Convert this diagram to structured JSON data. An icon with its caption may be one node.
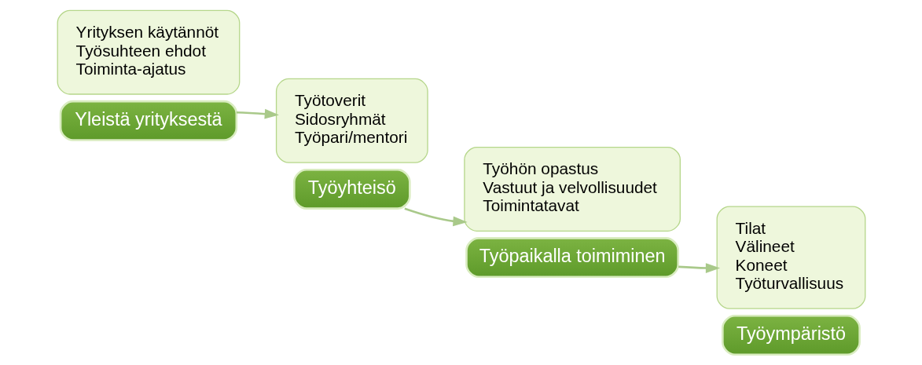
{
  "diagram": {
    "nodes": [
      {
        "text": [
          "Yrityksen käytännöt",
          "Työsuhteen ehdot",
          "Toiminta-ajatus"
        ]
      },
      {
        "text": [
          "Yleistä yrityksestä"
        ]
      },
      {
        "text": [
          "Työtoverit",
          "Sidosryhmät",
          "Työpari/mentori"
        ]
      },
      {
        "text": [
          "Työyhteisö"
        ]
      },
      {
        "text": [
          "Työhön opastus",
          "Vastuut ja velvollisuudet",
          "Toimintatavat"
        ]
      },
      {
        "text": [
          "Työpaikalla toimiminen"
        ]
      },
      {
        "text": [
          "Tilat",
          "Välineet",
          "Koneet",
          "Työturvallisuus"
        ]
      },
      {
        "text": [
          "Työympäristö"
        ]
      }
    ],
    "edges": [
      {
        "from": 1,
        "to": 2,
        "arrow": "to"
      },
      {
        "from": 3,
        "to": 4,
        "arrow": "to"
      },
      {
        "from": 5,
        "to": 6,
        "arrow": "to"
      }
    ]
  }
}
